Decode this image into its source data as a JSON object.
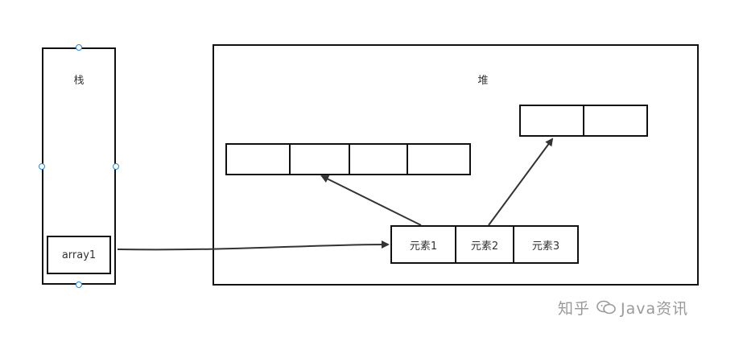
{
  "stack": {
    "title": "栈",
    "variable": "array1"
  },
  "heap": {
    "title": "堆",
    "main_array": [
      "元素1",
      "元素2",
      "元素3"
    ],
    "sub_array_a": [
      "",
      "",
      "",
      ""
    ],
    "sub_array_b": [
      "",
      ""
    ]
  },
  "watermark": {
    "platform": "知乎",
    "author": "Java资讯"
  },
  "colors": {
    "line": "#111111",
    "handle": "#1e88e5",
    "watermark": "#9a9a9a"
  }
}
